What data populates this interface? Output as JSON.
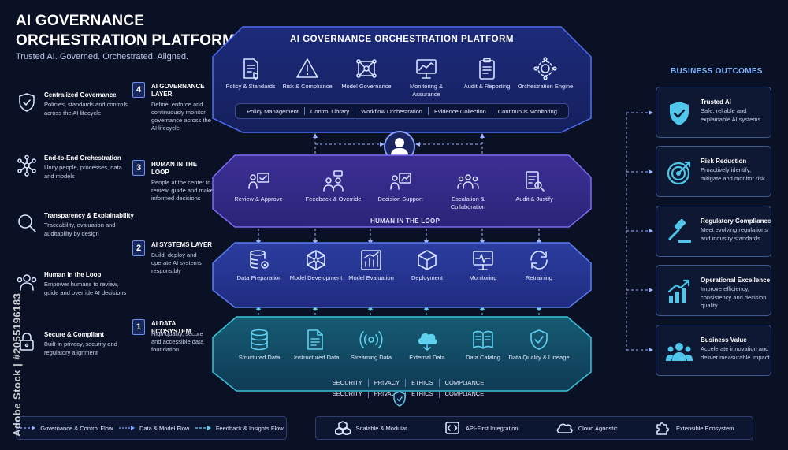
{
  "header": {
    "title_line1": "AI GOVERNANCE",
    "title_line2": "ORCHESTRATION PLATFORM",
    "tagline": "Trusted AI. Governed. Orchestrated. Aligned."
  },
  "features": [
    {
      "title": "Centralized Governance",
      "desc": "Policies, standards and controls across the AI lifecycle",
      "icon": "shield-check-icon"
    },
    {
      "title": "End-to-End Orchestration",
      "desc": "Unify people, processes, data and models",
      "icon": "network-icon"
    },
    {
      "title": "Transparency & Explainability",
      "desc": "Traceability, evaluation and auditability by design",
      "icon": "magnifier-icon"
    },
    {
      "title": "Human in the Loop",
      "desc": "Empower humans to review, guide and override AI decisions",
      "icon": "people-icon"
    },
    {
      "title": "Secure & Compliant",
      "desc": "Built-in privacy, security and regulatory alignment",
      "icon": "lock-icon"
    }
  ],
  "layers": [
    {
      "number": "4",
      "title": "AI GOVERNANCE LAYER",
      "desc": "Define, enforce and continuously monitor governance across the AI lifecycle"
    },
    {
      "number": "3",
      "title": "HUMAN IN THE LOOP",
      "desc": "People at the center to review, guide and make informed decisions"
    },
    {
      "number": "2",
      "title": "AI SYSTEMS LAYER",
      "desc": "Build, deploy and operate AI systems responsibly"
    },
    {
      "number": "1",
      "title": "AI DATA ECOSYSTEM",
      "desc": "High-quality, secure and accessible data foundation"
    }
  ],
  "governance": {
    "title": "AI GOVERNANCE ORCHESTRATION PLATFORM",
    "items": [
      {
        "label": "Policy & Standards",
        "icon": "policy-document-icon"
      },
      {
        "label": "Risk & Compliance",
        "icon": "warning-icon"
      },
      {
        "label": "Model Governance",
        "icon": "model-network-icon"
      },
      {
        "label": "Monitoring & Assurance",
        "icon": "monitor-chart-icon"
      },
      {
        "label": "Audit & Reporting",
        "icon": "clipboard-icon"
      },
      {
        "label": "Orchestration Engine",
        "icon": "gear-network-icon"
      }
    ],
    "subbar": [
      "Policy Management",
      "Control Library",
      "Workflow Orchestration",
      "Evidence Collection",
      "Continuous Monitoring"
    ]
  },
  "hitl": {
    "caption": "HUMAN IN THE LOOP",
    "items": [
      {
        "label": "Review & Approve",
        "icon": "reviewer-icon"
      },
      {
        "label": "Feedback & Override",
        "icon": "feedback-icon"
      },
      {
        "label": "Decision Support",
        "icon": "decision-icon"
      },
      {
        "label": "Escalation & Collaboration",
        "icon": "team-icon"
      },
      {
        "label": "Audit & Justify",
        "icon": "audit-icon"
      }
    ]
  },
  "systems": {
    "items": [
      {
        "label": "Data Preparation",
        "icon": "database-gear-icon"
      },
      {
        "label": "Model Development",
        "icon": "neural-net-icon"
      },
      {
        "label": "Model Evaluation",
        "icon": "bar-chart-icon"
      },
      {
        "label": "Deployment",
        "icon": "cube-icon"
      },
      {
        "label": "Monitoring",
        "icon": "pulse-monitor-icon"
      },
      {
        "label": "Retraining",
        "icon": "refresh-icon"
      }
    ]
  },
  "data_ecosystem": {
    "items": [
      {
        "label": "Structured Data",
        "icon": "database-icon"
      },
      {
        "label": "Unstructured Data",
        "icon": "document-icon"
      },
      {
        "label": "Streaming Data",
        "icon": "stream-icon"
      },
      {
        "label": "External Data",
        "icon": "cloud-icon"
      },
      {
        "label": "Data Catalog",
        "icon": "book-icon"
      },
      {
        "label": "Data Quality & Lineage",
        "icon": "shield-check-icon"
      }
    ],
    "pillars_top": [
      "SECURITY",
      "PRIVACY",
      "ETHICS",
      "COMPLIANCE"
    ],
    "pillars_bottom": [
      "SECURITY",
      "PRIVACY",
      "ETHICS",
      "COMPLIANCE"
    ]
  },
  "outcomes": {
    "heading": "BUSINESS OUTCOMES",
    "items": [
      {
        "title": "Trusted AI",
        "desc": "Safe, reliable and explainable AI systems",
        "icon": "shield-check-icon"
      },
      {
        "title": "Risk Reduction",
        "desc": "Proactively identify, mitigate and monitor risk",
        "icon": "target-icon"
      },
      {
        "title": "Regulatory Compliance",
        "desc": "Meet evolving regulations and industry standards",
        "icon": "gavel-icon"
      },
      {
        "title": "Operational Excellence",
        "desc": "Improve efficiency, consistency and decision quality",
        "icon": "growth-chart-icon"
      },
      {
        "title": "Business Value",
        "desc": "Accelerate innovation and deliver measurable impact",
        "icon": "people-icon"
      }
    ]
  },
  "legend": [
    {
      "label": "Governance & Control Flow",
      "color": "#9fb4ff"
    },
    {
      "label": "Data & Model Flow",
      "color": "#7fa2ff"
    },
    {
      "label": "Feedback & Insights Flow",
      "color": "#5fd0ee"
    }
  ],
  "platform_features": [
    {
      "label": "Scalable & Modular",
      "icon": "cubes-icon"
    },
    {
      "label": "API-First Integration",
      "icon": "api-icon"
    },
    {
      "label": "Cloud Agnostic",
      "icon": "cloud-icon"
    },
    {
      "label": "Extensible Ecosystem",
      "icon": "puzzle-icon"
    }
  ],
  "watermark": "Adobe Stock | #2055196183",
  "colors": {
    "background": "#0b1124",
    "governance_panel": "#1e2b78",
    "hitl_panel": "#3a2f8e",
    "systems_panel": "#283a9a",
    "data_panel": "#134a66",
    "accent_cyan": "#5fd0ee",
    "outcome_heading": "#7fb4ff"
  }
}
